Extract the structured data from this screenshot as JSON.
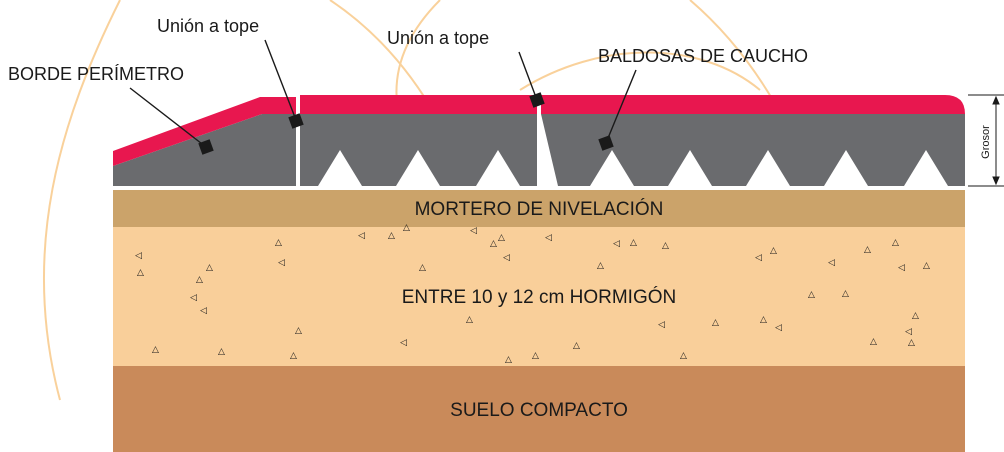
{
  "callouts": {
    "butt_joint_1": "Unión a tope",
    "butt_joint_2": "Unión a tope",
    "perimeter_edge": "BORDE PERÍMETRO",
    "rubber_tiles": "BALDOSAS DE CAUCHO"
  },
  "layers": {
    "leveling_mortar": "MORTERO DE NIVELACIÓN",
    "concrete": "ENTRE 10 y 12 cm HORMIGÓN",
    "compacted_soil": "SUELO COMPACTO"
  },
  "thickness_label": "Grosor",
  "colors": {
    "tile_surface": "#e8174f",
    "tile_body": "#6a6b6e",
    "mortar": "#cba36a",
    "concrete": "#f9cf9a",
    "soil": "#c98a5a",
    "background_ring": "#f7c27a"
  }
}
